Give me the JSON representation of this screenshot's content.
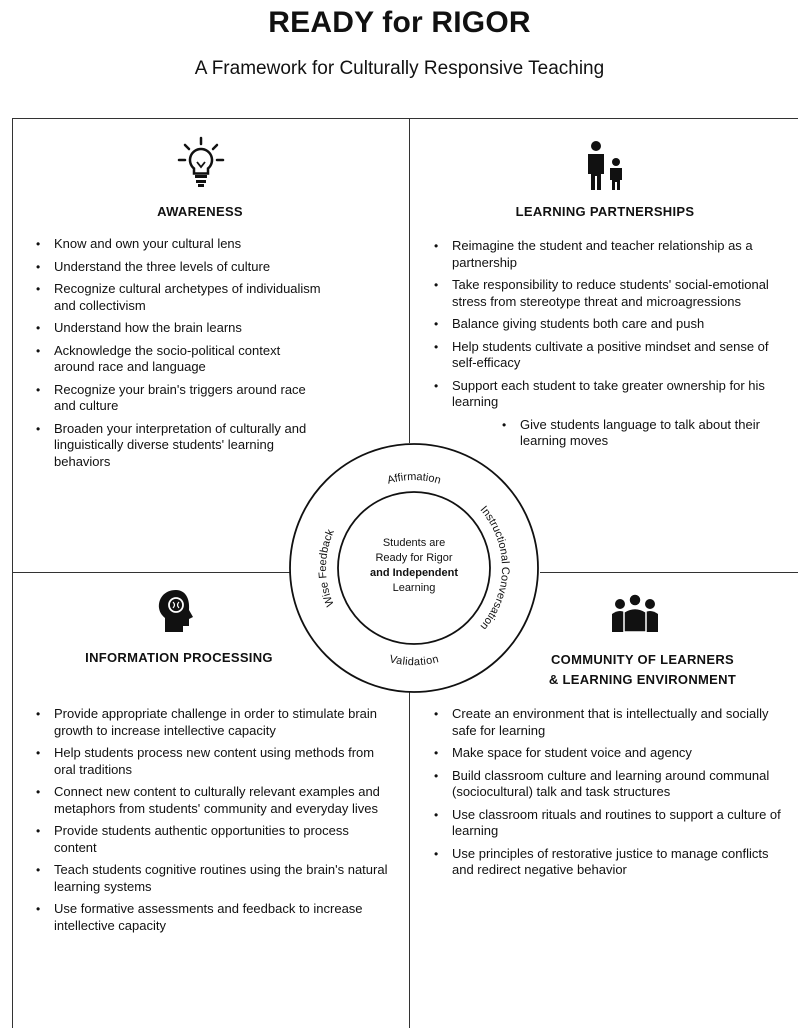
{
  "header": {
    "title": "READY for RIGOR",
    "subtitle": "A Framework for Culturally Responsive Teaching"
  },
  "quadrants": {
    "awareness": {
      "heading": "AWARENESS",
      "icon": "lightbulb-icon",
      "items": [
        "Know and own your cultural lens",
        "Understand the three levels of culture",
        "Recognize cultural archetypes of individualism and collectivism",
        "Understand how the brain learns",
        "Acknowledge the socio-political context around race and language",
        "Recognize your brain's triggers around race and culture",
        "Broaden your interpretation of culturally and linguistically diverse students' learning behaviors"
      ]
    },
    "learning_partnerships": {
      "heading": "LEARNING PARTNERSHIPS",
      "icon": "adult-child-icon",
      "items": [
        "Reimagine the student and teacher relationship as a partnership",
        "Take responsibility to reduce students' social-emotional stress from stereotype threat and microagressions",
        "Balance giving students both care and push",
        "Help students cultivate a positive mindset and sense of self-efficacy",
        "Support each student to take greater ownership for his learning"
      ],
      "sub_items": [
        "Give students language to talk about their learning moves"
      ]
    },
    "information_processing": {
      "heading": "INFORMATION PROCESSING",
      "icon": "head-brain-icon",
      "items": [
        "Provide appropriate challenge in order to stimulate brain growth to increase intellective capacity",
        "Help students process new content using methods from oral traditions",
        "Connect new content to culturally relevant examples and metaphors from students' community and everyday lives",
        "Provide students authentic opportunities to process content",
        "Teach students cognitive routines using the brain's natural learning systems",
        "Use formative assessments and feedback to increase intellective capacity"
      ]
    },
    "community": {
      "heading_line1": "COMMUNITY OF LEARNERS",
      "heading_line2": "& LEARNING ENVIRONMENT",
      "icon": "group-people-icon",
      "items": [
        "Create an environment that is intellectually and socially safe for learning",
        "Make space for student voice and agency",
        "Build classroom culture and learning around communal (sociocultural) talk and task structures",
        "Use classroom rituals and routines to support a culture of learning",
        "Use principles of restorative justice to manage conflicts and redirect negative behavior"
      ]
    }
  },
  "center": {
    "ring_labels": {
      "top": "Affirmation",
      "right": "Instructional Conversation",
      "bottom": "Validation",
      "left": "Wise Feedback"
    },
    "inner_lines": [
      "Students are",
      "Ready for Rigor",
      "and Independent",
      "Learning"
    ]
  }
}
